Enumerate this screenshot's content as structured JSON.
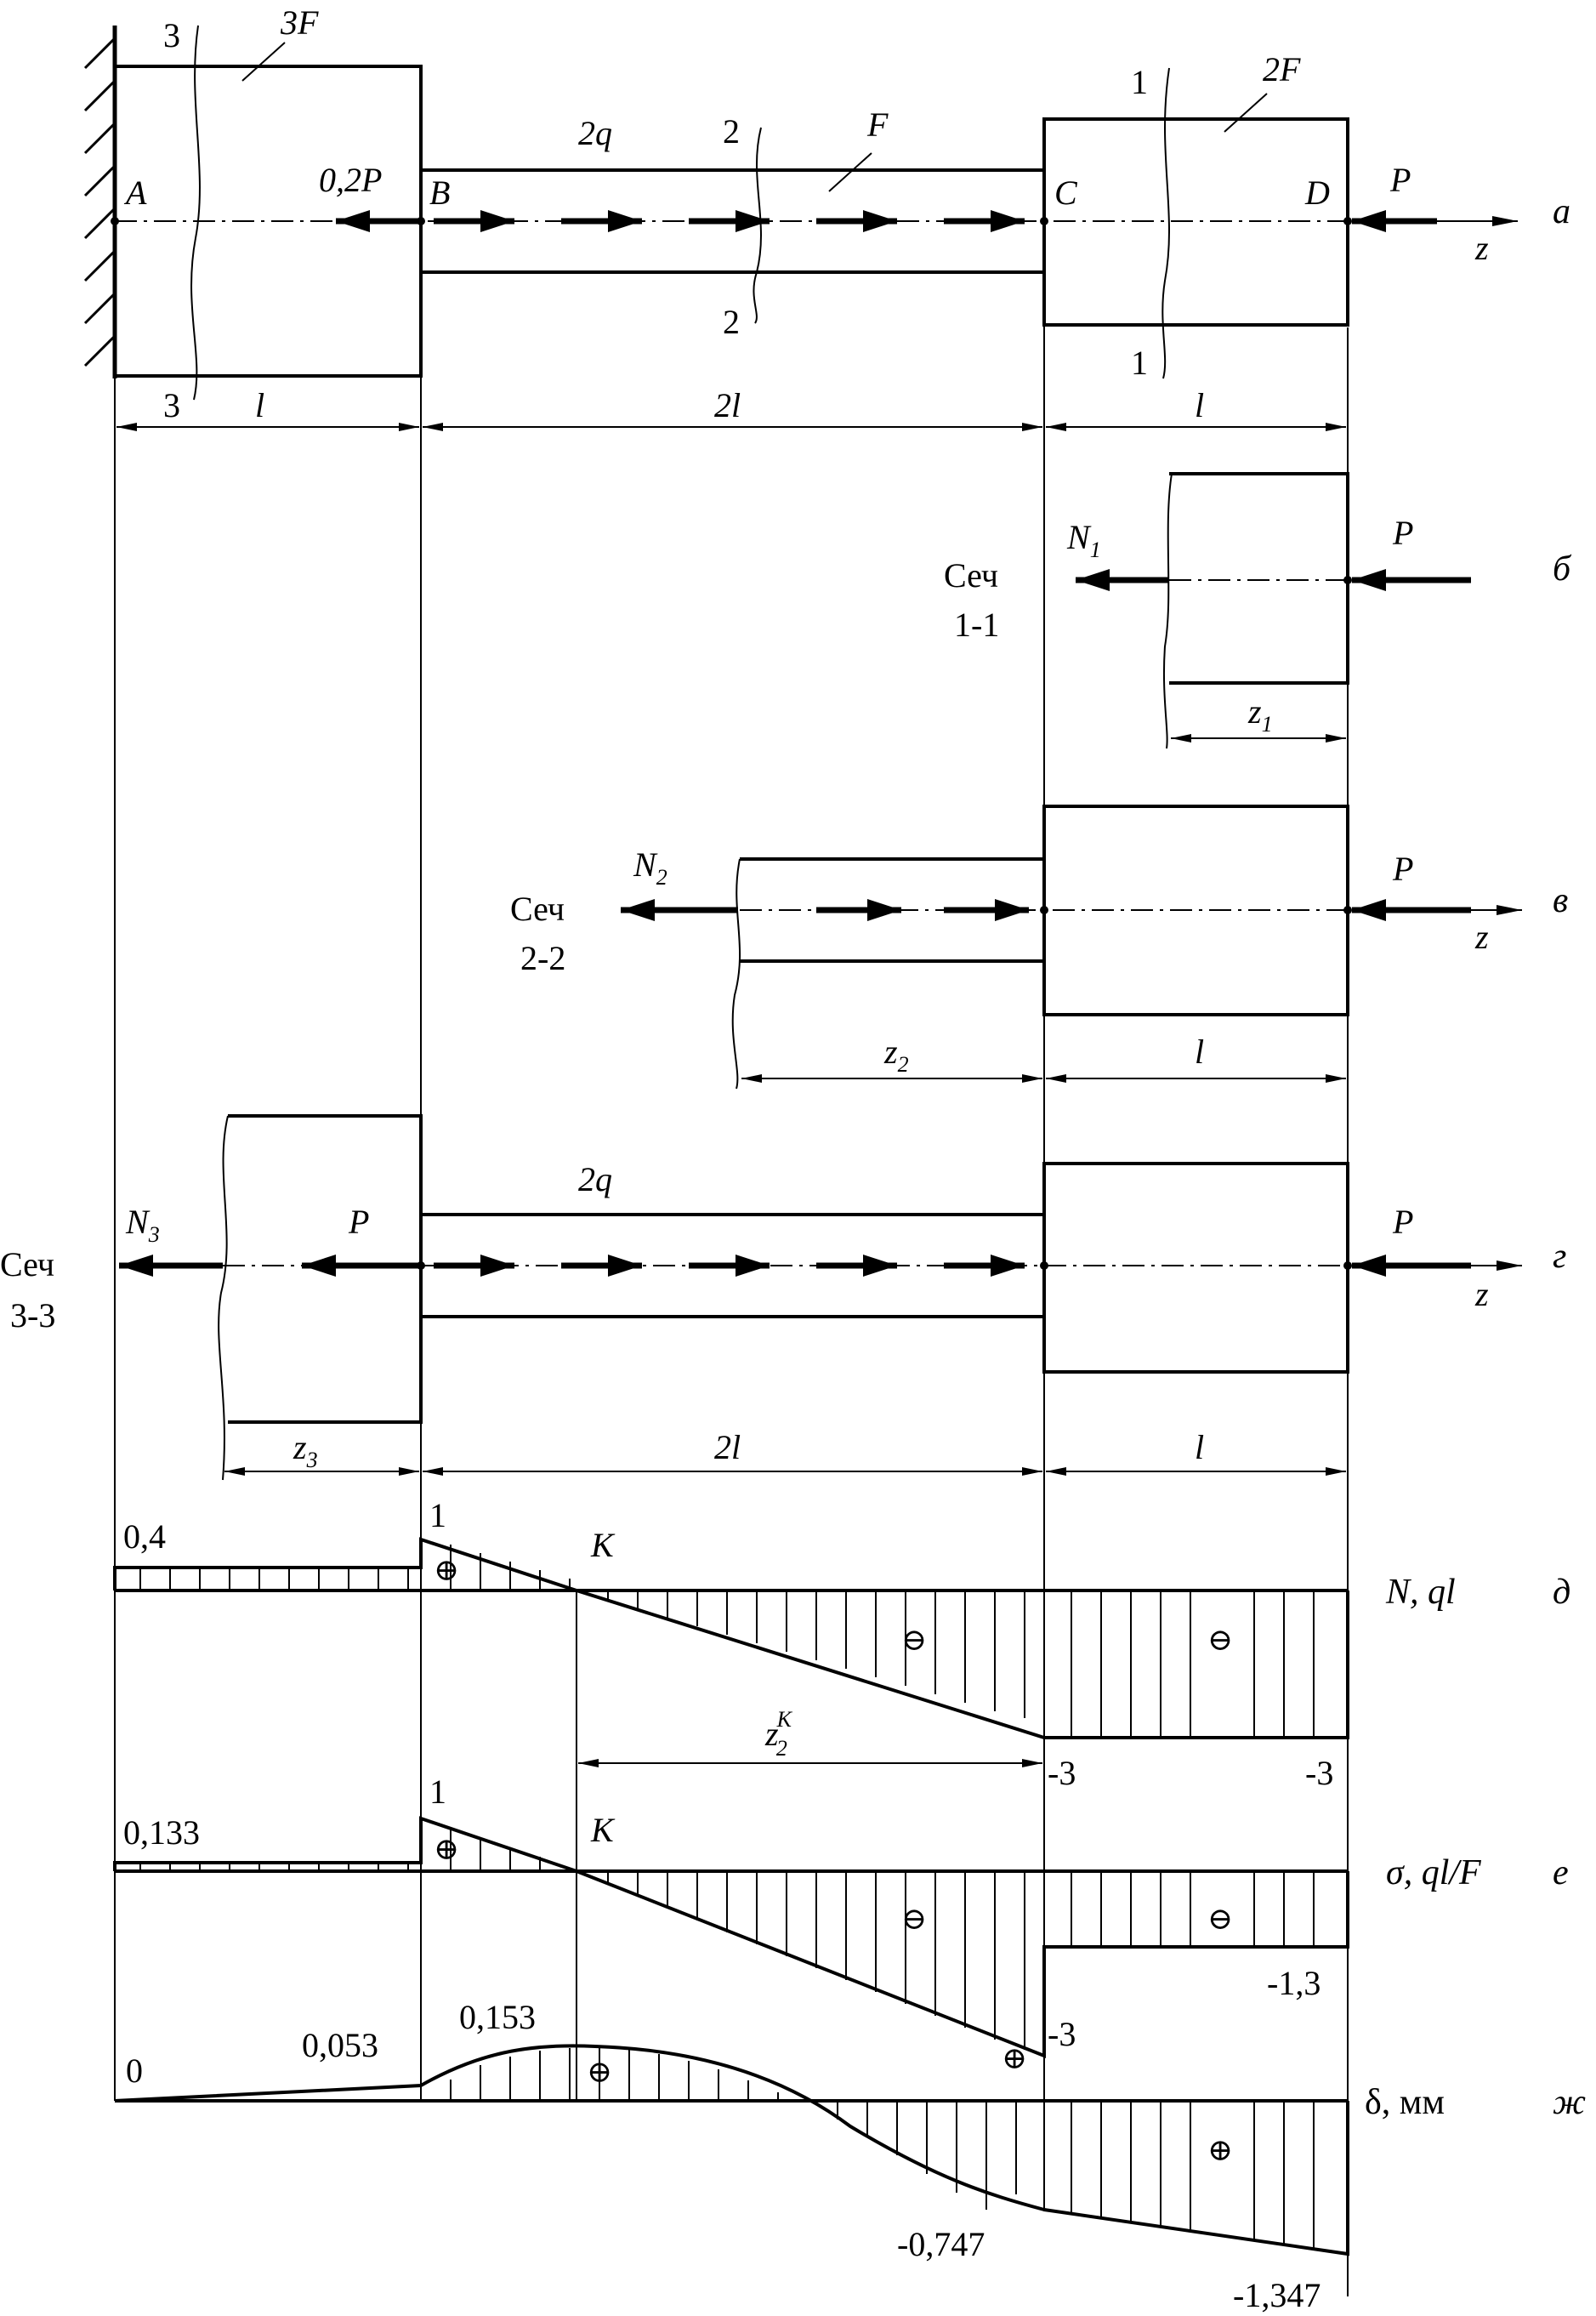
{
  "part_a": {
    "points": {
      "A": "A",
      "B": "B",
      "C": "C",
      "D": "D"
    },
    "load_labels": {
      "force_B": "0,2P",
      "force_D": "P",
      "distributed": "2q"
    },
    "areas": {
      "left": "3F",
      "middle": "F",
      "right": "2F"
    },
    "section_marks": {
      "s3": "3",
      "s2": "2",
      "s1": "1"
    },
    "axis": "z",
    "dims": {
      "d1": "l",
      "d2": "2l",
      "d3": "l"
    },
    "row_label": "а"
  },
  "part_b": {
    "section_label_1": "Сеч",
    "section_label_2": "1-1",
    "n_main": "N",
    "n_sub": "1",
    "force": "P",
    "dim_main": "z",
    "dim_sub": "1",
    "row_label": "б"
  },
  "part_v": {
    "section_label_1": "Сеч",
    "section_label_2": "2-2",
    "n_main": "N",
    "n_sub": "2",
    "force": "P",
    "axis": "z",
    "dim_main": "z",
    "dim_sub": "2",
    "dim_l": "l",
    "row_label": "в"
  },
  "part_g": {
    "section_label_1": "Сеч",
    "section_label_2": "3-3",
    "n_main": "N",
    "n_sub": "3",
    "force_left": "P",
    "force_right": "P",
    "distributed": "2q",
    "axis": "z",
    "dim_main": "z",
    "dim_sub": "3",
    "dim_2l": "2l",
    "dim_l": "l",
    "row_label": "г"
  },
  "diagram_N": {
    "axis_label": "N, ql",
    "row_label": "д",
    "values": {
      "left": "0,4",
      "b_jump": "1",
      "c_val": "-3",
      "d_val": "-3"
    },
    "point_k": "K",
    "zk_main": "z",
    "zk_sub": "2",
    "zk_sup": "K",
    "signs": {
      "plus": "⊕",
      "minus": "⊖"
    }
  },
  "diagram_sigma": {
    "axis_label": "σ, ql/F",
    "row_label": "е",
    "values": {
      "left": "0,133",
      "b_jump": "1",
      "c_val": "-3",
      "right": "-1,3"
    },
    "point_k": "K",
    "signs": {
      "plus": "⊕",
      "minus": "⊖"
    }
  },
  "diagram_delta": {
    "axis_label": "δ, мм",
    "row_label": "ж",
    "values": {
      "zero": "0",
      "b": "0,053",
      "max": "0,153",
      "c": "-0,747",
      "d": "-1,347"
    },
    "signs": {
      "plus": "⊕"
    }
  }
}
